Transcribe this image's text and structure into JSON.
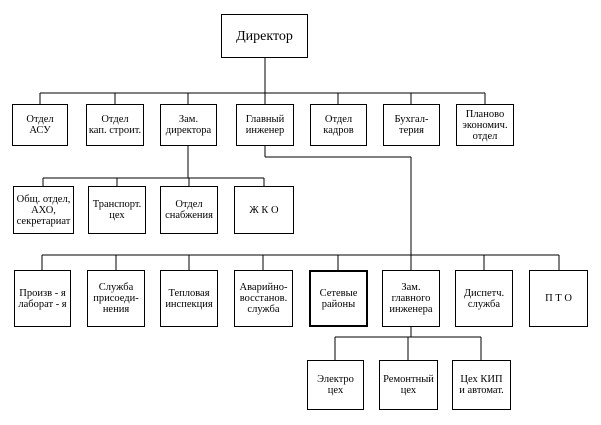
{
  "nodes": {
    "director": "Директор",
    "asu": "Отдел\nАСУ",
    "kap_stroit": "Отдел\nкап. строит.",
    "zam_director": "Зам.\nдиректора",
    "chief_engineer": "Главный\nинженер",
    "kadry": "Отдел\nкадров",
    "buhgalteria": "Бухгал-\nтерия",
    "planovo": "Планово\nэкономич.\nотдел",
    "obsh_otdel": "Общ. отдел,\nАХО,\nсекретариат",
    "transport": "Транспорт.\nцех",
    "snabzhenie": "Отдел\nснабжения",
    "zhko": "Ж К О",
    "laboratoria": "Произв - я\nлаборат - я",
    "prisoedinenia": "Служба\nприсоеди-\nнения",
    "teplovaya": "Тепловая\nинспекция",
    "avariyno": "Аварийно-\nвосстанов.\nслужба",
    "setevye": "Сетевые\nрайоны",
    "zam_chief_engineer": "Зам.\nглавного\nинженера",
    "dispetch": "Диспетч.\nслужба",
    "pto": "П Т О",
    "elektro": "Электро\nцех",
    "remontny": "Ремонтный\nцех",
    "kip": "Цех КИП\nи автомат."
  }
}
